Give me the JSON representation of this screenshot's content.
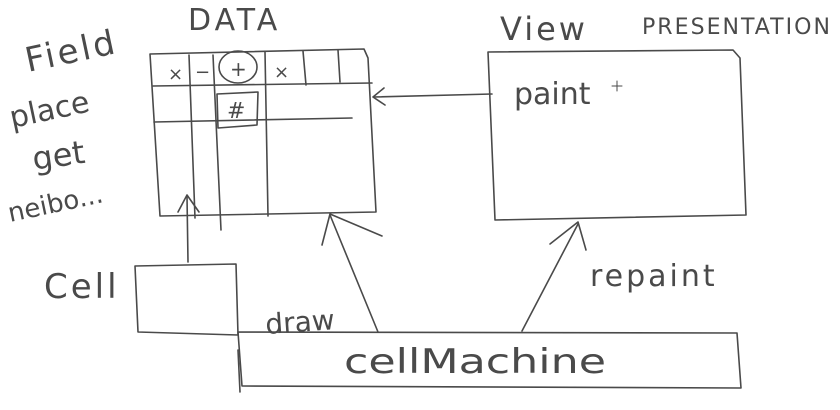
{
  "labels": {
    "data": "DATA",
    "view": "View",
    "presentation": "PRESENTATION",
    "field": "Field",
    "place": "place",
    "get": "get",
    "neighbours": "neibo...",
    "cell": "Cell",
    "draw": "draw",
    "repaint": "repaint",
    "paint": "paint",
    "machine": "cellMachine"
  },
  "grid_marks": {
    "times_1": "×",
    "minus": "−",
    "plus": "+",
    "times_2": "×",
    "hash": "#"
  }
}
